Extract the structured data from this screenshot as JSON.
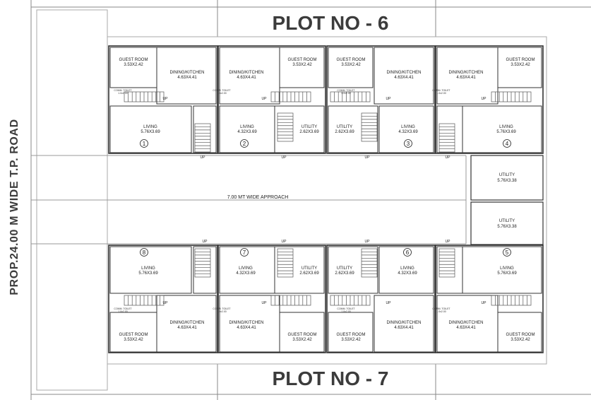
{
  "plots": {
    "top": "PLOT NO - 6",
    "bottom": "PLOT NO - 7"
  },
  "road_label": "PROP.24.00 M WIDE T.P. ROAD",
  "approach_label": "7.00 MT WIDE APPROACH",
  "up_label": "UP",
  "toilet_labels": [
    "COMM. TOILET",
    "1.0x2.00"
  ],
  "units": [
    {
      "num": "1",
      "guest": [
        "GUEST ROOM",
        "3.53X2.42"
      ],
      "dining": [
        "DINING/KITCHEN",
        "4.63X4.41"
      ],
      "living": [
        "LIVING",
        "5.76X3.69"
      ]
    },
    {
      "num": "2",
      "guest": [
        "GUEST ROOM",
        "3.53X2.42"
      ],
      "dining": [
        "DINING/KITCHEN",
        "4.63X4.41"
      ],
      "living": [
        "LIVING",
        "4.32X3.69"
      ],
      "utility": [
        "UTILITY",
        "2.62X3.69"
      ]
    },
    {
      "num": "3",
      "guest": [
        "GUEST ROOM",
        "3.53X2.42"
      ],
      "dining": [
        "DINING/KITCHEN",
        "4.63X4.41"
      ],
      "living": [
        "LIVING",
        "4.32X3.69"
      ],
      "utility": [
        "UTILITY",
        "2.62X3.69"
      ]
    },
    {
      "num": "4",
      "guest": [
        "GUEST ROOM",
        "3.53X2.42"
      ],
      "dining": [
        "DINING/KITCHEN",
        "4.63X4.41"
      ],
      "living": [
        "LIVING",
        "5.76X3.69"
      ]
    },
    {
      "num": "8",
      "guest": [
        "GUEST ROOM",
        "3.53X2.42"
      ],
      "dining": [
        "DINING/KITCHEN",
        "4.63X4.41"
      ],
      "living": [
        "LIVING",
        "5.76X3.69"
      ]
    },
    {
      "num": "7",
      "guest": [
        "GUEST ROOM",
        "3.53X2.42"
      ],
      "dining": [
        "DINING/KITCHEN",
        "4.63X4.41"
      ],
      "living": [
        "LIVING",
        "4.32X3.69"
      ],
      "utility": [
        "UTILITY",
        "2.62X3.69"
      ]
    },
    {
      "num": "6",
      "guest": [
        "GUEST ROOM",
        "3.53X2.42"
      ],
      "dining": [
        "DINING/KITCHEN",
        "4.63X4.41"
      ],
      "living": [
        "LIVING",
        "4.32X3.69"
      ],
      "utility": [
        "UTILITY",
        "2.62X3.69"
      ]
    },
    {
      "num": "5",
      "guest": [
        "GUEST ROOM",
        "3.53X2.42"
      ],
      "dining": [
        "DINING/KITCHEN",
        "4.63X4.41"
      ],
      "living": [
        "LIVING",
        "5.76X3.69"
      ]
    }
  ],
  "side_utilities": [
    [
      "UTILITY",
      "5.76X3.38"
    ],
    [
      "UTILITY",
      "5.76X3.38"
    ]
  ]
}
